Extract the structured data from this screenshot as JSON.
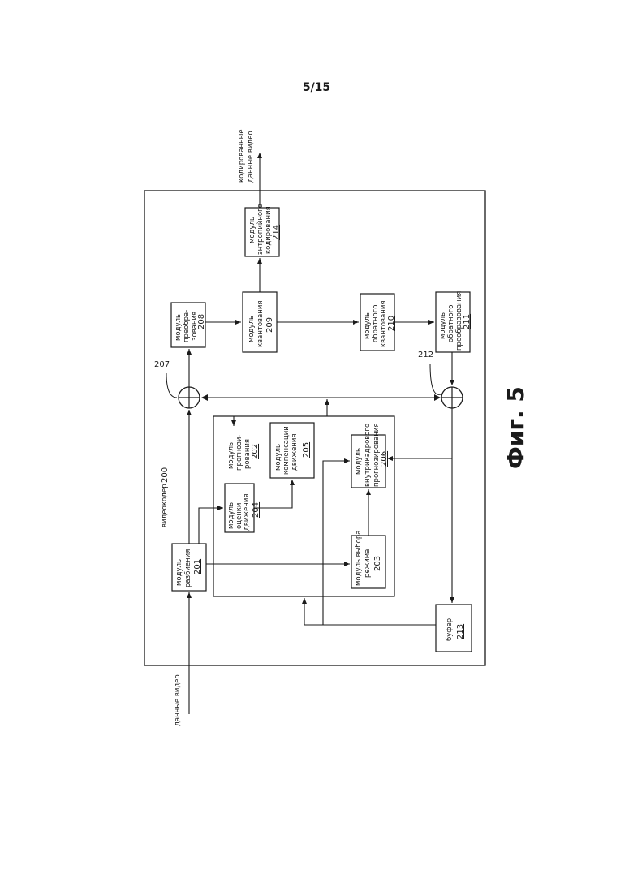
{
  "page_number": "5/15",
  "figure_caption": "Фиг. 5",
  "inputs": {
    "video_in": "данные видео"
  },
  "outputs": {
    "encoded_line1": "кодированные",
    "encoded_line2": "данные видео"
  },
  "encoder": {
    "label": "видеокодер",
    "number": "200"
  },
  "blocks": {
    "partition": {
      "line1": "модуль",
      "line2": "разбиения",
      "number": "201"
    },
    "prediction": {
      "line1": "модуль",
      "line2": "прогнози-",
      "line3": "рования",
      "number": "202"
    },
    "mode_select": {
      "line1": "модуль выбора",
      "line2": "режима",
      "number": "203"
    },
    "motion_est": {
      "line1": "модуль",
      "line2": "оценки",
      "line3": "движения",
      "number": "204"
    },
    "motion_comp": {
      "line1": "модуль",
      "line2": "компенсации",
      "line3": "движения",
      "number": "205"
    },
    "intra_pred": {
      "line1": "модуль",
      "line2": "внутрикадрового",
      "line3": "прогнозирования",
      "number": "206"
    },
    "transform": {
      "line1": "модуль",
      "line2": "преобра-",
      "line3": "зования",
      "number": "208"
    },
    "quant": {
      "line1": "модуль",
      "line2": "квантования",
      "number": "209"
    },
    "inv_quant": {
      "line1": "модуль",
      "line2": "обратного",
      "line3": "квантования",
      "number": "210"
    },
    "inv_transform": {
      "line1": "модуль",
      "line2": "обратного",
      "line3": "преобразования",
      "number": "211"
    },
    "buffer": {
      "line1": "буфер",
      "number": "213"
    },
    "entropy": {
      "line1": "модуль",
      "line2": "энтропийного",
      "line3": "кодирования",
      "number": "214"
    }
  },
  "summers": {
    "sum1": "207",
    "sum2": "212"
  }
}
